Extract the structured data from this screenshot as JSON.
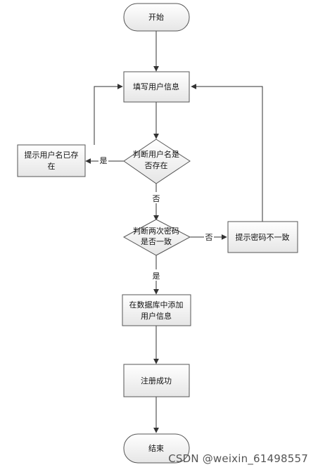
{
  "nodes": {
    "start": "开始",
    "fill_info": "填写用户信息",
    "check_exists": [
      "判断用户名是",
      "否存在"
    ],
    "prompt_exists": [
      "提示用户名已存",
      "在"
    ],
    "check_pw": [
      "判断两次密码",
      "是否一致"
    ],
    "prompt_pw": "提示密码不一致",
    "add_db": [
      "在数据库中添加",
      "用户信息"
    ],
    "success": "注册成功",
    "end": "结束"
  },
  "edges": {
    "exists_yes": "是",
    "exists_no": "否",
    "pw_no": "否",
    "pw_yes": "是"
  },
  "watermark": "CSDN @weixin_61498557"
}
